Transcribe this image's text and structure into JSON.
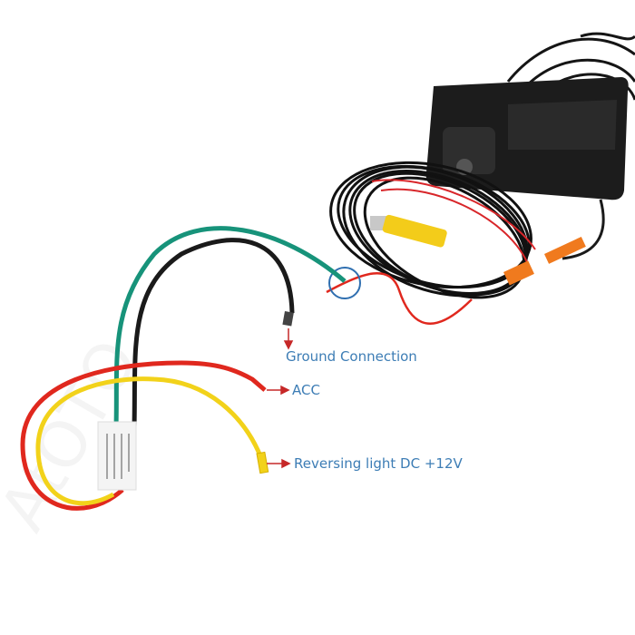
{
  "annotations": {
    "ground": "Ground Connection",
    "acc": "ACC",
    "reversing": "Reversing light DC +12V"
  },
  "colors": {
    "label_text": "#3d7db5",
    "arrow": "#c62828",
    "wire_red": "#e0281e",
    "wire_yellow": "#f2d21a",
    "wire_green": "#17937a",
    "wire_black": "#1a1a1a",
    "highlight_circle": "#2f6fb0"
  }
}
